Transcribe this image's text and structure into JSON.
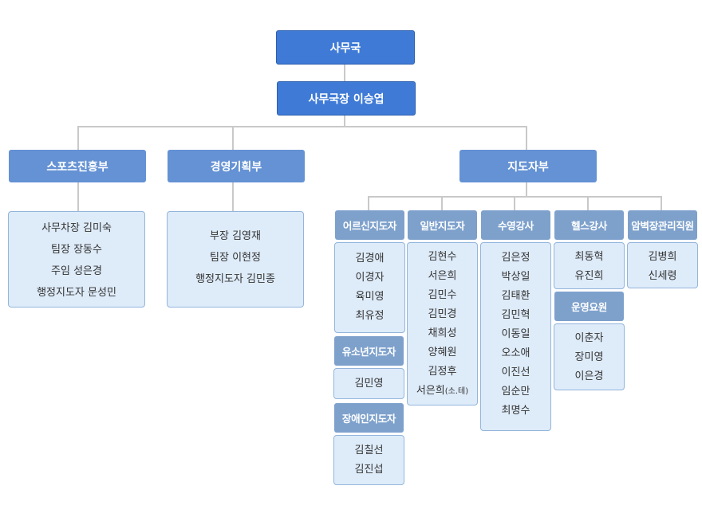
{
  "top": {
    "office": "사무국",
    "director": "사무국장 이승엽"
  },
  "departments": {
    "sports": {
      "name": "스포츠진흥부",
      "members": [
        "사무차장 김미숙",
        "팀장 장동수",
        "주임 성은경",
        "행정지도자 문성민"
      ]
    },
    "planning": {
      "name": "경영기획부",
      "members": [
        "부장 김영재",
        "팀장 이현정",
        "행정지도자 김민종"
      ]
    },
    "instruction": {
      "name": "지도자부"
    }
  },
  "teams": {
    "senior": {
      "name": "어르신지도자",
      "members": [
        "김경애",
        "이경자",
        "육미영",
        "최유정"
      ]
    },
    "youth": {
      "name": "유소년지도자",
      "members": [
        "김민영"
      ]
    },
    "disabled": {
      "name": "장애인지도자",
      "members": [
        "김칠선",
        "김진섭"
      ]
    },
    "general": {
      "name": "일반지도자",
      "members": [
        "김현수",
        "서은희",
        "김민수",
        "김민경",
        "채희성",
        "양혜원",
        "김정후",
        "서은희"
      ],
      "last_note": "(소.테)"
    },
    "swim": {
      "name": "수영강사",
      "members": [
        "김은정",
        "박상일",
        "김태환",
        "김민혁",
        "이동일",
        "오소애",
        "이진선",
        "임순만",
        "최명수"
      ]
    },
    "health": {
      "name": "헬스강사",
      "members": [
        "최동혁",
        "유진희"
      ]
    },
    "ops": {
      "name": "운영요원",
      "members": [
        "이춘자",
        "장미영",
        "이은경"
      ]
    },
    "climbing": {
      "name": "암벽장관리직원",
      "members": [
        "김병희",
        "신세령"
      ]
    }
  }
}
